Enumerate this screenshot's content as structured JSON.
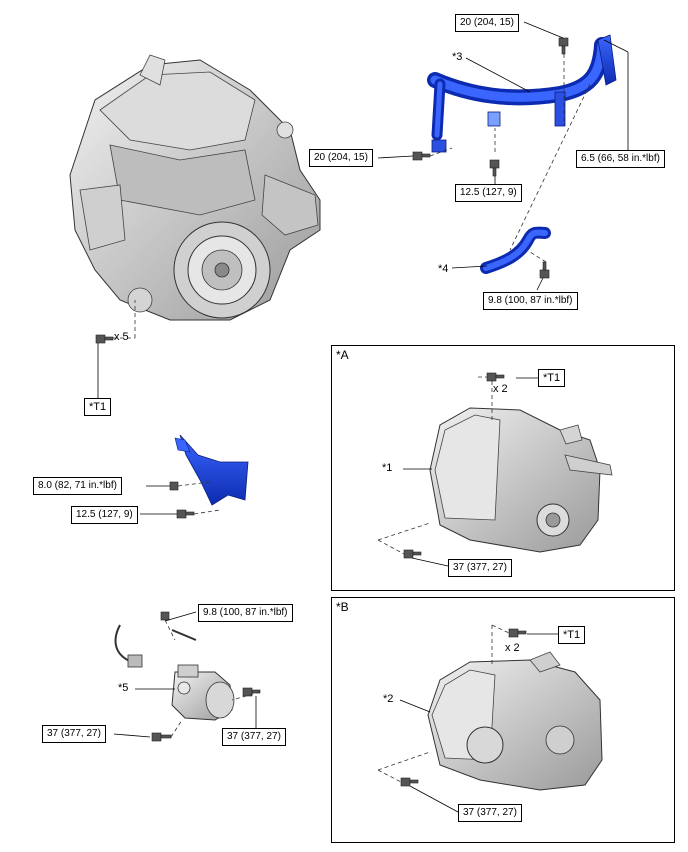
{
  "callouts": {
    "torque_pipe_top": "20 (204, 15)",
    "torque_pipe_left": "20 (204, 15)",
    "torque_pipe_bottom": "12.5 (127, 9)",
    "torque_pipe_right": "6.5 (66, 58 in.*lbf)",
    "torque_hose": "9.8 (100, 87 in.*lbf)",
    "torque_bracket_upper": "8.0 (82, 71 in.*lbf)",
    "torque_bracket_lower": "12.5 (127, 9)",
    "torque_starter_terminal": "9.8 (100, 87 in.*lbf)",
    "torque_starter_right": "37 (377, 27)",
    "torque_starter_left": "37 (377, 27)",
    "torque_panel_a": "37 (377, 27)",
    "torque_panel_b": "37 (377, 27)",
    "tool_engine": "*T1",
    "tool_panel_a": "*T1",
    "tool_panel_b": "*T1"
  },
  "labels": {
    "part_1": "*1",
    "part_2": "*2",
    "part_3": "*3",
    "part_4": "*4",
    "part_5": "*5",
    "qty_engine": "x 5",
    "qty_panel_a": "x 2",
    "qty_panel_b": "x 2"
  },
  "panels": {
    "a_title": "*A",
    "b_title": "*B"
  },
  "colors": {
    "highlight": "#1a3fd6",
    "line": "#000000",
    "part_gray": "#c8c8c8"
  }
}
